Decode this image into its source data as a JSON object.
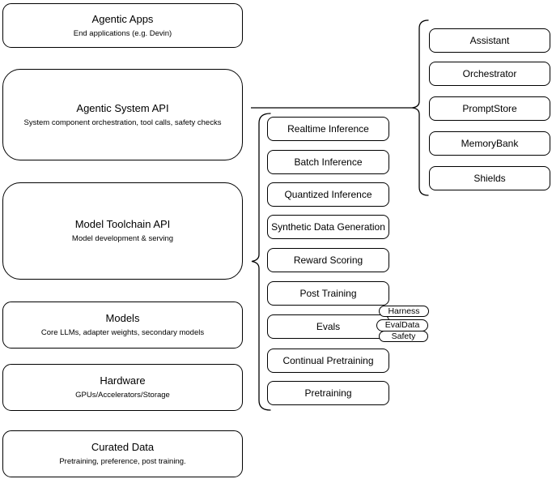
{
  "stack_boxes": [
    {
      "title": "Agentic Apps",
      "subtitle": "End applications (e.g. Devin)"
    },
    {
      "title": "Agentic System API",
      "subtitle": "System component orchestration, tool calls, safety checks"
    },
    {
      "title": "Model Toolchain API",
      "subtitle": "Model development & serving"
    },
    {
      "title": "Models",
      "subtitle": "Core LLMs, adapter weights, secondary models"
    },
    {
      "title": "Hardware",
      "subtitle": "GPUs/Accelerators/Storage"
    },
    {
      "title": "Curated Data",
      "subtitle": "Pretraining, preference, post training."
    }
  ],
  "toolchain": {
    "items": [
      "Realtime Inference",
      "Batch Inference",
      "Quantized Inference",
      "Synthetic Data Generation",
      "Reward Scoring",
      "Post Training",
      "Evals",
      "Continual Pretraining",
      "Pretraining"
    ]
  },
  "eval_tags": [
    "Harness",
    "EvalData",
    "Safety"
  ],
  "system_components": [
    "Assistant",
    "Orchestrator",
    "PromptStore",
    "MemoryBank",
    "Shields"
  ],
  "colors": {
    "stroke": "#000000",
    "fill": "#ffffff",
    "text": "#000000"
  }
}
